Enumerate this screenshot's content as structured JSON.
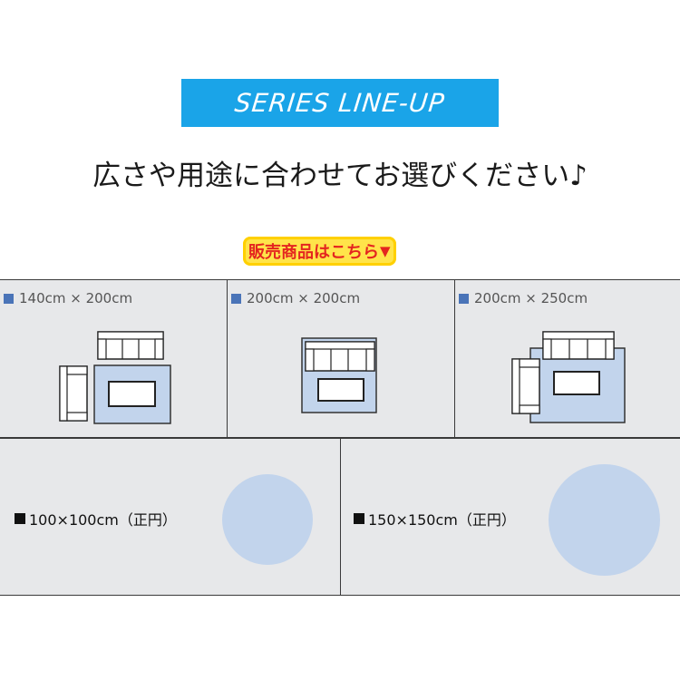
{
  "header": {
    "banner_title": "SERIES LINE-UP",
    "subtitle": "広さや用途に合わせてお選びください♪"
  },
  "sale_link": {
    "label": "販売商品はこちら",
    "arrow_icon": "down-triangle-icon",
    "colors": {
      "text": "#e4251f",
      "background": "#ffe44a"
    }
  },
  "sizes": [
    {
      "label": "140cm × 200cm",
      "shape": "rectangle"
    },
    {
      "label": "200cm × 200cm",
      "shape": "square"
    },
    {
      "label": "200cm × 250cm",
      "shape": "rectangle"
    },
    {
      "label": "100×100cm（正円）",
      "shape": "circle"
    },
    {
      "label": "150×150cm（正円）",
      "shape": "circle"
    }
  ],
  "colors": {
    "banner": "#1aa4e8",
    "rug": "#c2d4ec",
    "panel": "#e7e8ea",
    "label_marker": "#4a74b8"
  }
}
